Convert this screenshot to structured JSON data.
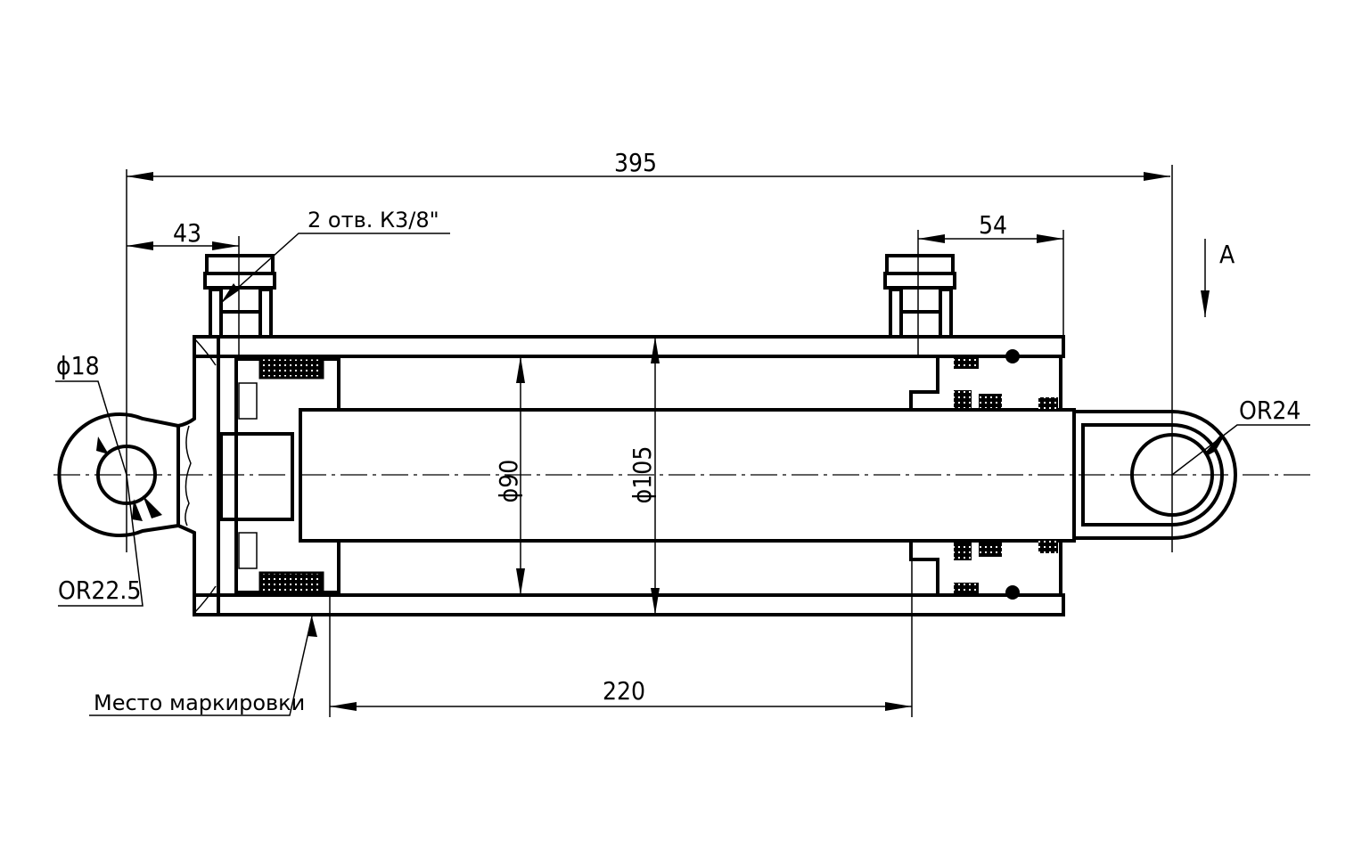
{
  "drawing": {
    "title": "Hydraulic cylinder section",
    "dimensions": {
      "overall_length": "395",
      "port_offset_left": "43",
      "port_offset_right": "54",
      "stroke": "220",
      "bore_diameter": "ϕ90",
      "tube_outer_diameter": "ϕ105",
      "left_pin_diameter": "ϕ18",
      "left_eye_radius": "OR22.5",
      "right_eye_radius": "OR24"
    },
    "annotations": {
      "ports": "2 отв. К3/8\"",
      "marking_place": "Место маркировки",
      "view_label": "А"
    }
  }
}
